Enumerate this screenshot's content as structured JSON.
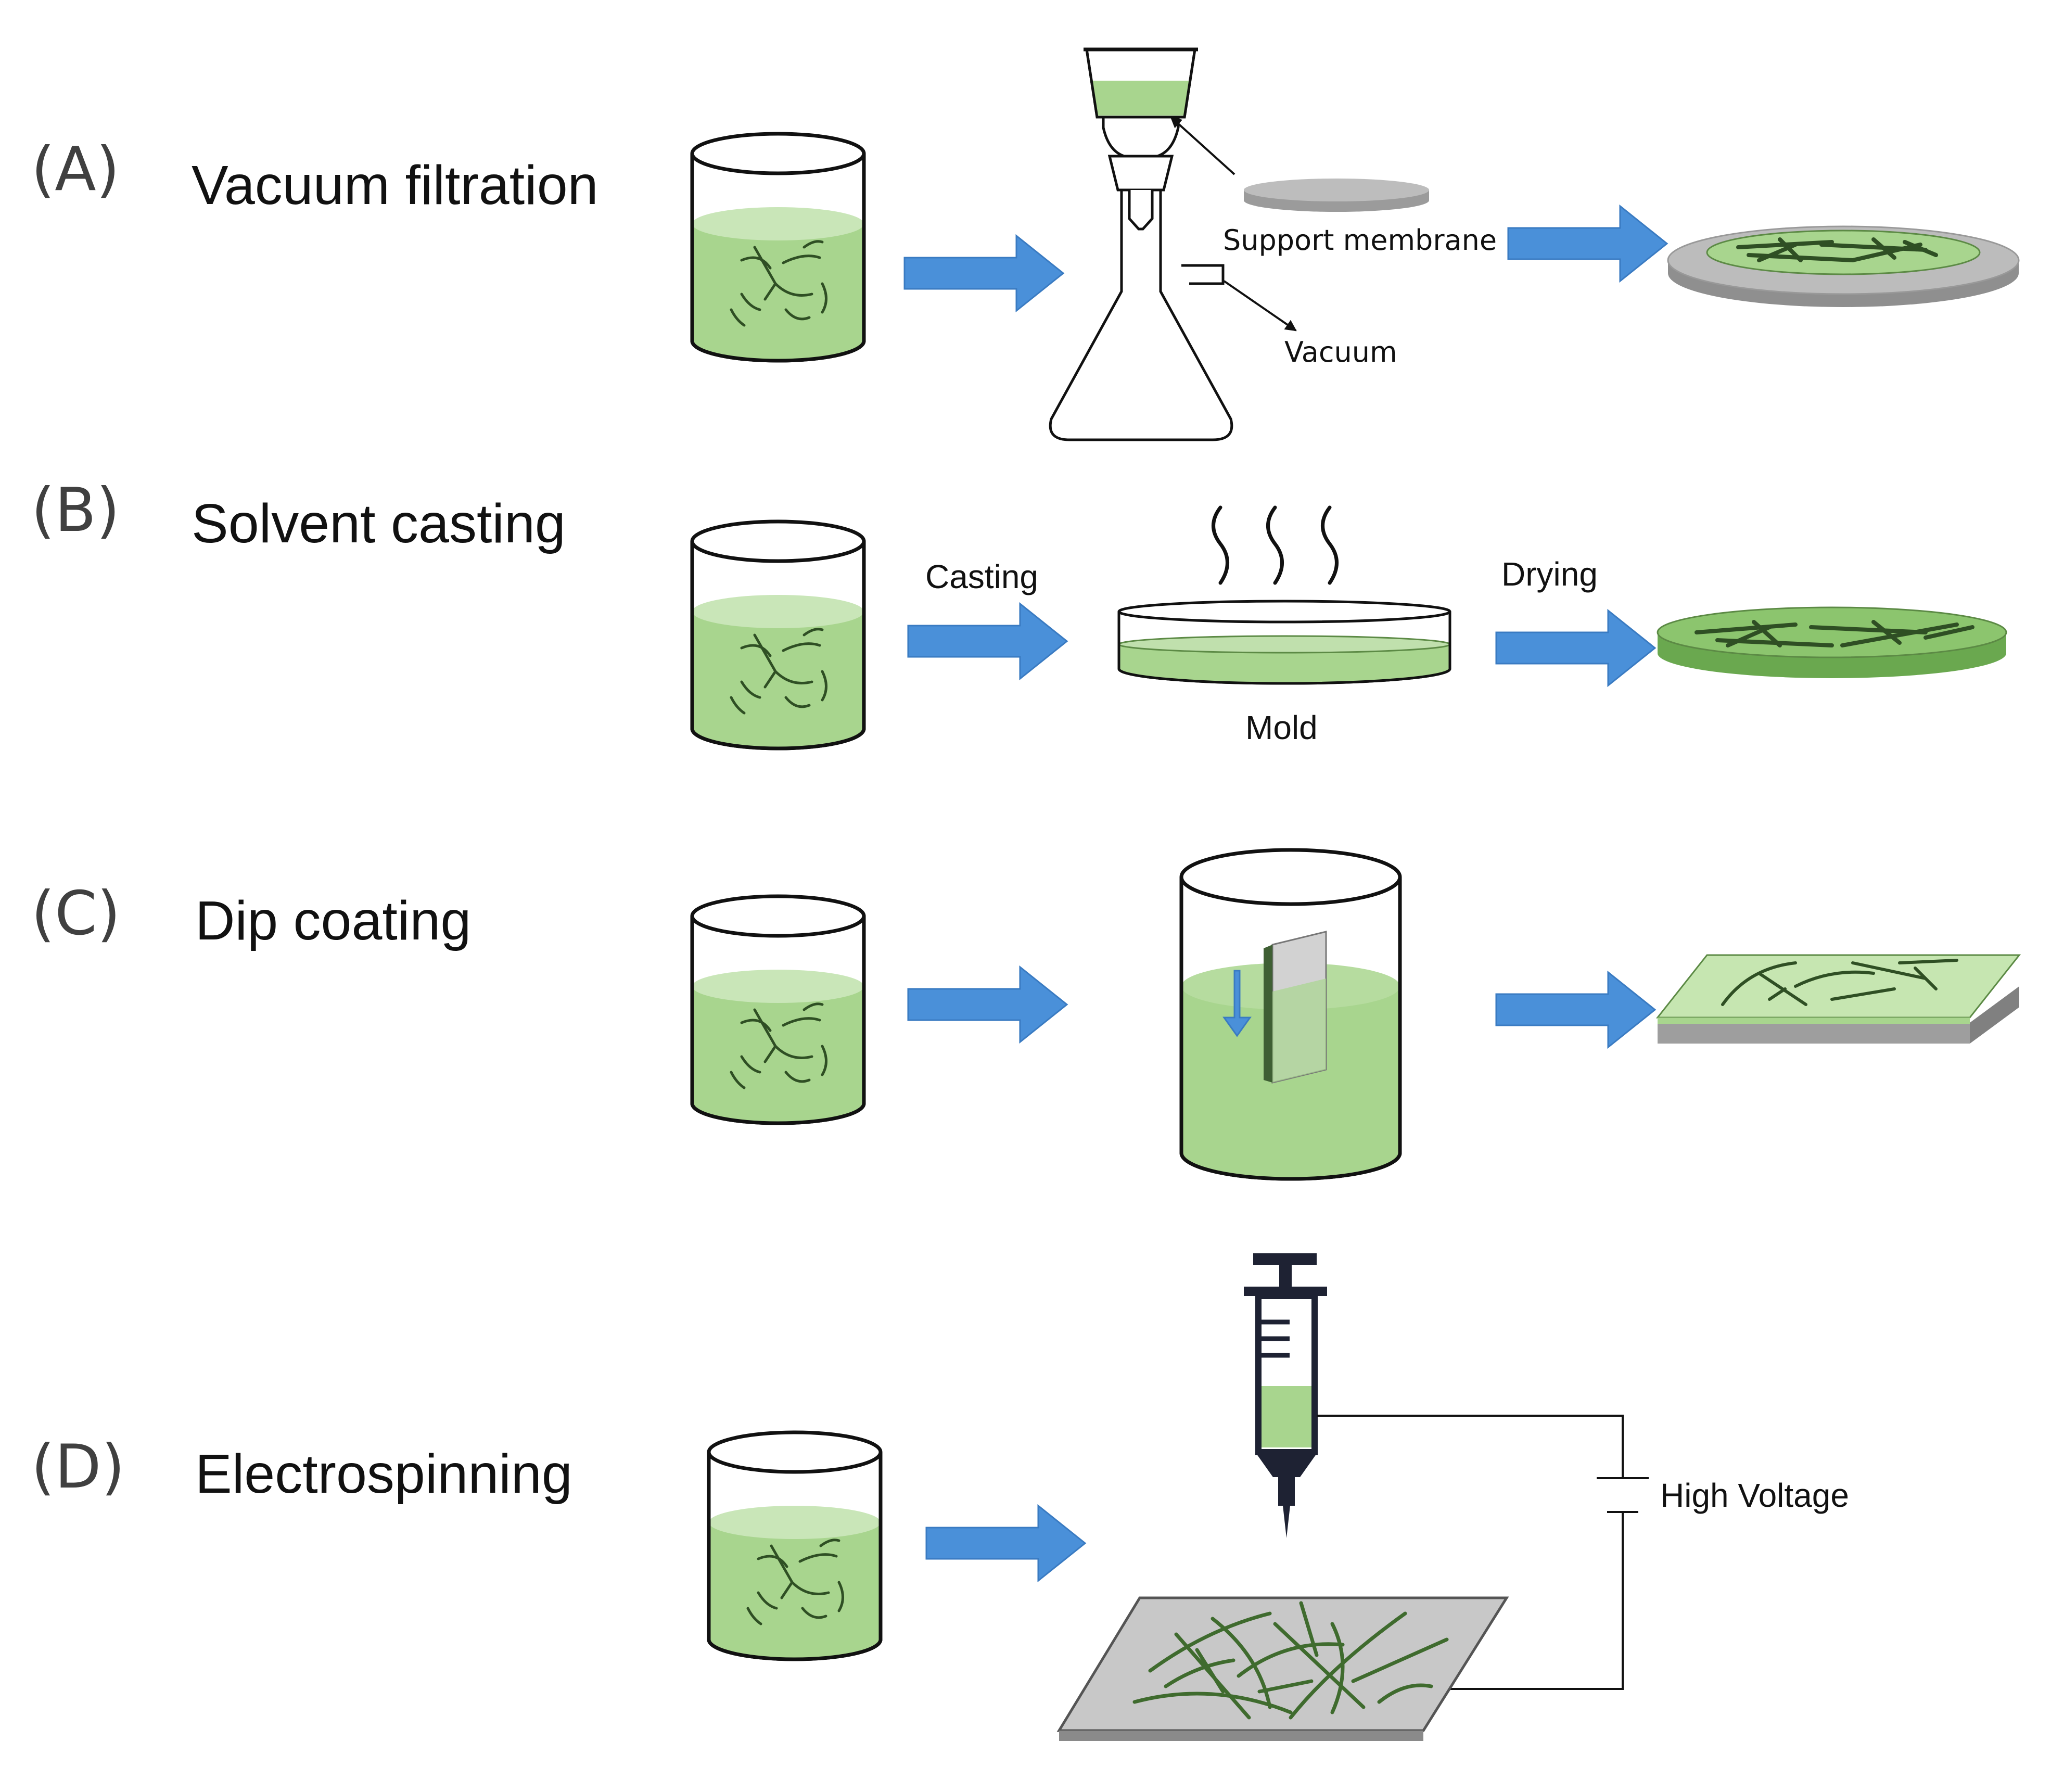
{
  "colors": {
    "liquid": "#a8d58e",
    "liquid_surface": "#c9e6b8",
    "fiber": "#3f6b2e",
    "arrow": "#4a90d9",
    "membrane": "#b9b9b9",
    "outline": "#111111"
  },
  "panels": [
    {
      "letter": "(A)",
      "title": "Vacuum filtration",
      "labels": {
        "support_membrane": "Support membrane",
        "vacuum": "Vacuum"
      }
    },
    {
      "letter": "(B)",
      "title": "Solvent casting",
      "labels": {
        "casting": "Casting",
        "drying": "Drying",
        "mold": "Mold"
      }
    },
    {
      "letter": "(C)",
      "title": "Dip coating",
      "labels": {}
    },
    {
      "letter": "(D)",
      "title": "Electrospinning",
      "labels": {
        "high_voltage": "High Voltage"
      }
    }
  ]
}
